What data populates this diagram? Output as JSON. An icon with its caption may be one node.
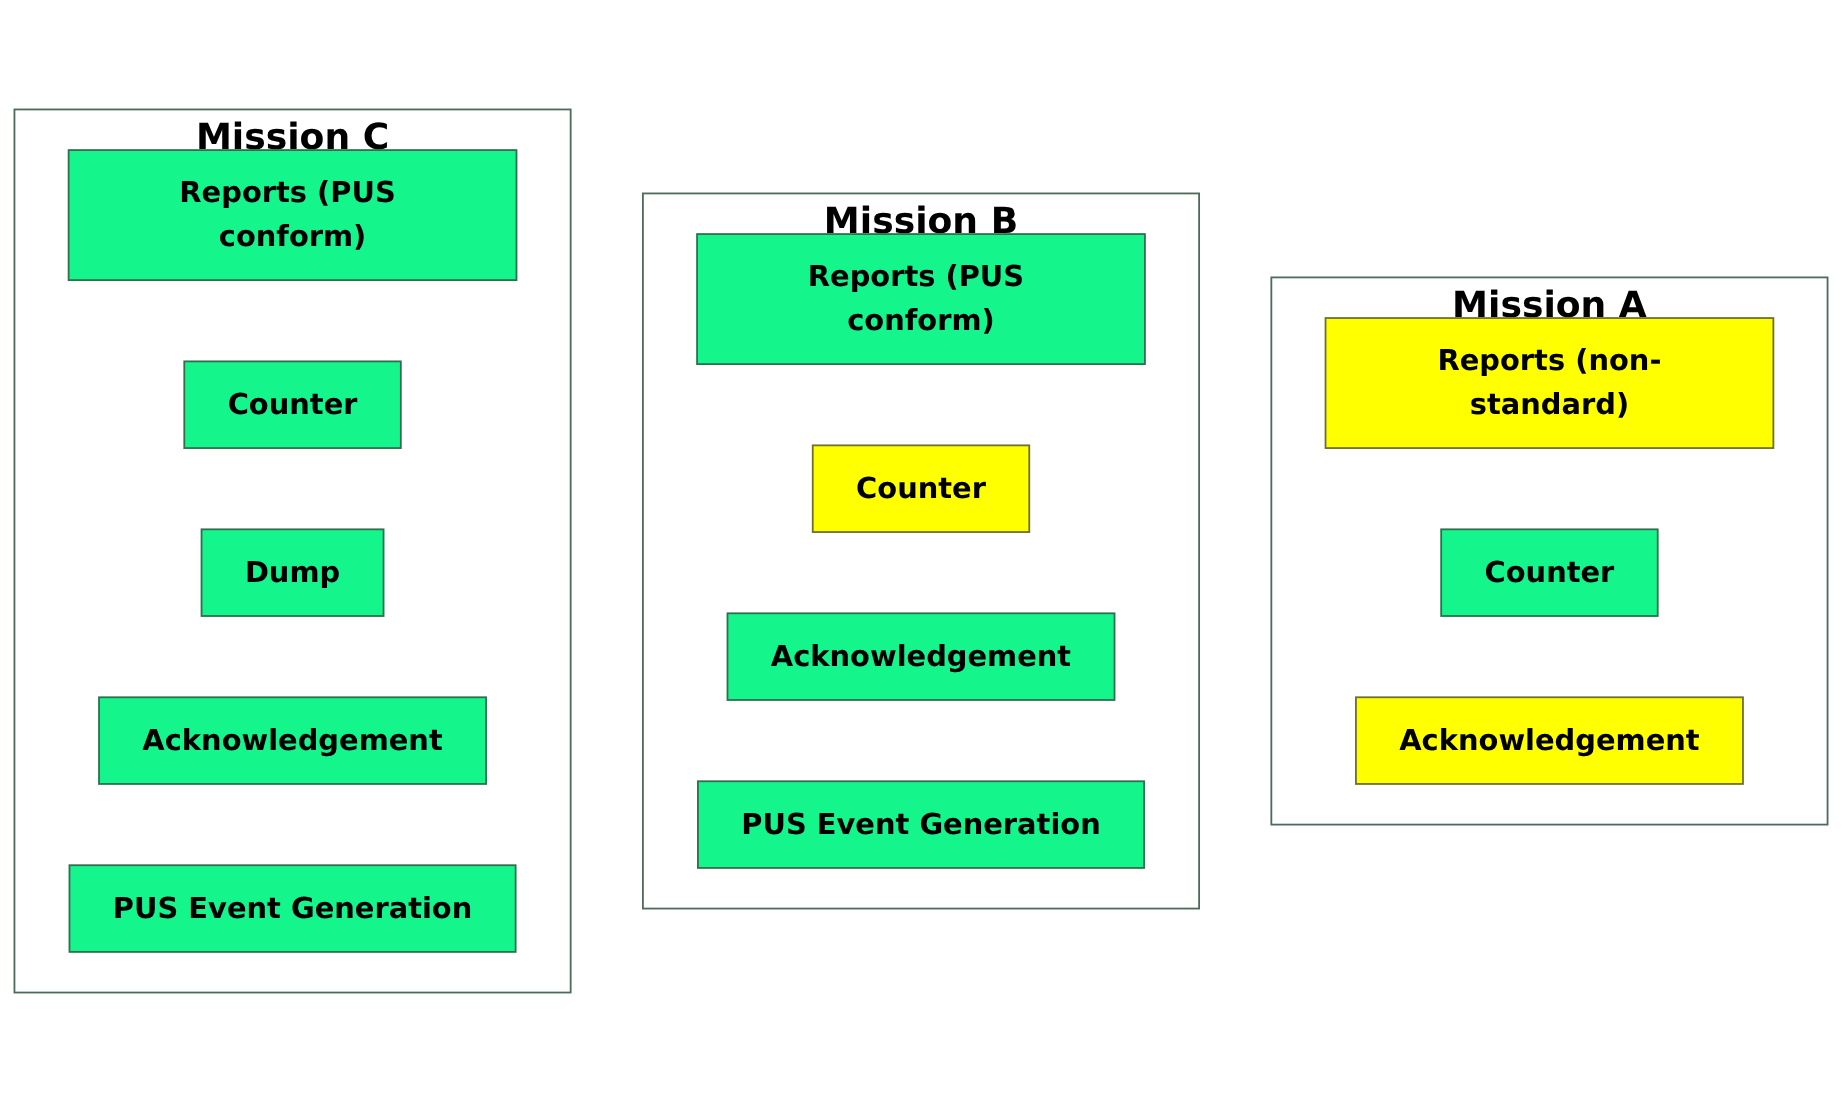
{
  "diagram": {
    "nodes": [
      {
        "text": [
          "Mission A"
        ]
      },
      {
        "text": [
          "Reports (non-standard)"
        ],
        "in": 0
      },
      {
        "text": [
          "Counter"
        ],
        "in": 0
      },
      {
        "text": [
          "Acknowledgement"
        ],
        "in": 0
      },
      {
        "text": [
          "Mission B"
        ]
      },
      {
        "text": [
          "Reports (PUS conform)"
        ],
        "in": 4
      },
      {
        "text": [
          "Counter"
        ],
        "in": 4
      },
      {
        "text": [
          "Acknowledgement"
        ],
        "in": 4
      },
      {
        "text": [
          "PUS Event Generation"
        ],
        "in": 4
      },
      {
        "text": [
          "Mission C"
        ]
      },
      {
        "text": [
          "Reports (PUS conform)"
        ],
        "in": 9
      },
      {
        "text": [
          "Counter"
        ],
        "in": 9
      },
      {
        "text": [
          "Dump"
        ],
        "in": 9
      },
      {
        "text": [
          "Acknowledgement"
        ],
        "in": 9
      },
      {
        "text": [
          "PUS Event Generation"
        ],
        "in": 9
      }
    ],
    "edges": []
  }
}
